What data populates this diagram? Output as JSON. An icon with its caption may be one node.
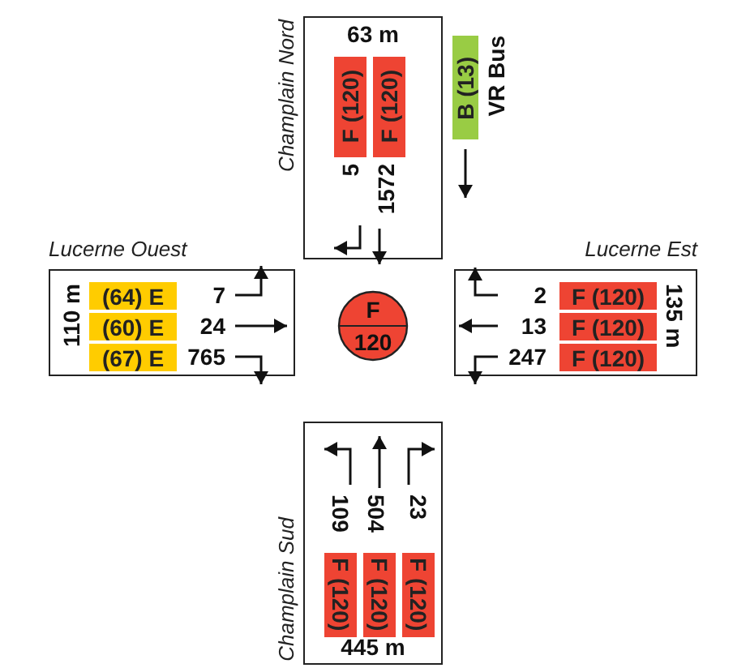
{
  "diagram": {
    "nodes": [
      {
        "text": [
          "Champlain Nord",
          "63 m"
        ]
      },
      {
        "text": [
          "F (120)"
        ],
        "in": 0
      },
      {
        "text": [
          "F (120)"
        ],
        "in": 0
      },
      {
        "text": [
          "B (13)"
        ],
        "beside": [
          "VR Bus"
        ]
      },
      {
        "text": [
          "Lucerne Ouest",
          "110 m"
        ]
      },
      {
        "text": [
          "(64) E"
        ],
        "in": 4
      },
      {
        "text": [
          "(60) E"
        ],
        "in": 4
      },
      {
        "text": [
          "(67) E"
        ],
        "in": 4
      },
      {
        "text": [
          "Lucerne Est",
          "135 m"
        ]
      },
      {
        "text": [
          "F (120)"
        ],
        "in": 8
      },
      {
        "text": [
          "F (120)"
        ],
        "in": 8
      },
      {
        "text": [
          "F (120)"
        ],
        "in": 8
      },
      {
        "text": [
          "F",
          "120"
        ]
      },
      {
        "text": [
          "Champlain Sud",
          "445 m"
        ]
      },
      {
        "text": [
          "F (120)"
        ],
        "in": 13
      },
      {
        "text": [
          "F (120)"
        ],
        "in": 13
      },
      {
        "text": [
          "F (120)"
        ],
        "in": 13
      }
    ],
    "labels": [
      "5",
      "1572",
      "7",
      "24",
      "765",
      "2",
      "13",
      "247",
      "109",
      "504",
      "23"
    ]
  }
}
